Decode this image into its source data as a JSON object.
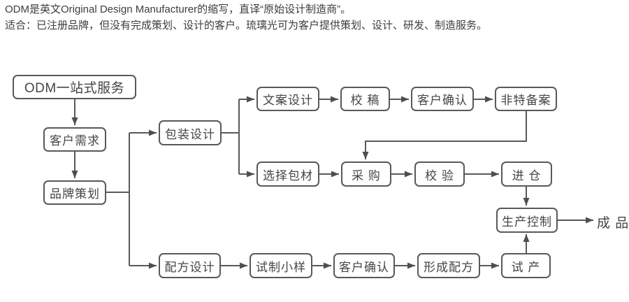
{
  "header": {
    "line1": "ODM是英文Original Design Manufacturer的缩写，直译“原始设计制造商”。",
    "line2": "适合：已注册品牌，但没有完成策划、设计的客户。琉璃光可为客户提供策划、设计、研发、制造服务。"
  },
  "flowchart": {
    "title_node": "ODM一站式服务",
    "nodes": {
      "odm_service": "ODM一站式服务",
      "customer_needs": "客户需求",
      "brand_planning": "品牌策划",
      "packaging_design": "包装设计",
      "copy_design": "文案设计",
      "proofreading": "校 稿",
      "client_confirm_packaging": "客户确认",
      "non_special_filing": "非特备案",
      "select_packaging": "选择包材",
      "purchasing": "采 购",
      "inspection": "校 验",
      "warehousing": "进 仓",
      "production_control": "生产控制",
      "finished_product": "成 品",
      "formula_design": "配方设计",
      "trial_sample": "试制小样",
      "client_confirm_formula": "客户确认",
      "form_formula": "形成配方",
      "trial_production": "试 产"
    },
    "colors": {
      "line": "#58595b",
      "text": "#454545",
      "background": "#ffffff"
    }
  }
}
